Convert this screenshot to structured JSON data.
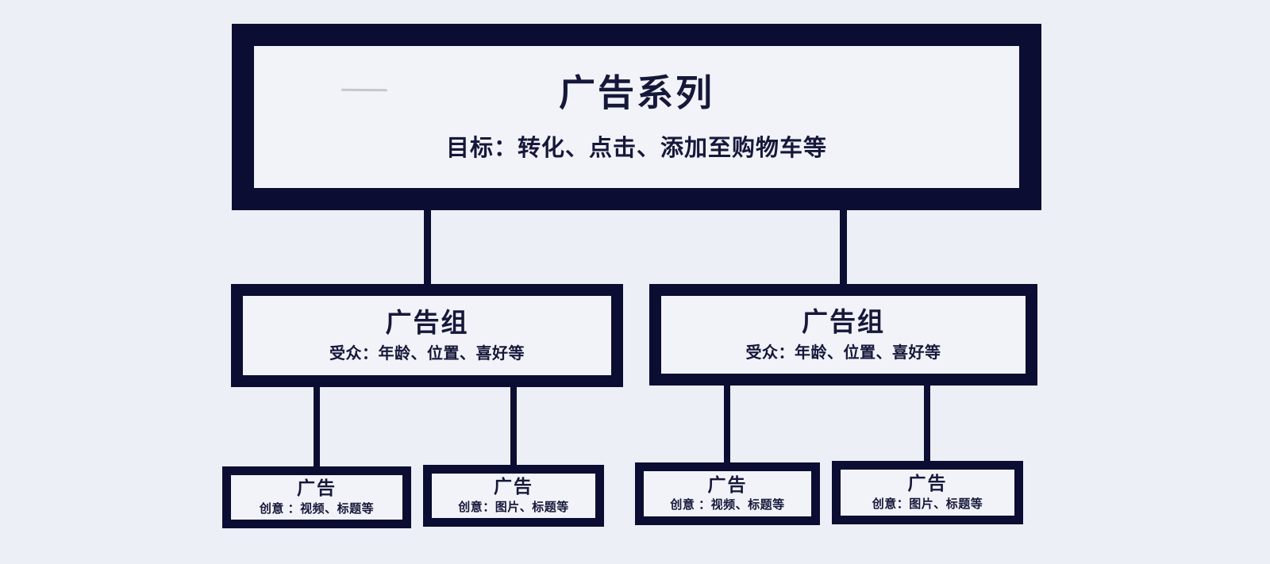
{
  "diagram": {
    "campaign": {
      "title": "广告系列",
      "subtitle": "目标：转化、点击、添加至购物车等"
    },
    "ad_groups": [
      {
        "title": "广告组",
        "subtitle": "受众：年龄、位置、喜好等"
      },
      {
        "title": "广告组",
        "subtitle": "受众：年龄、位置、喜好等"
      }
    ],
    "ads": [
      {
        "title": "广告",
        "subtitle": "创意 ：视频、标题等"
      },
      {
        "title": "广告",
        "subtitle": "创意：图片、标题等"
      },
      {
        "title": "广告",
        "subtitle": "创意 ：视频、标题等"
      },
      {
        "title": "广告",
        "subtitle": "创意：图片、标题等"
      }
    ],
    "colors": {
      "border_navy": "#0b0d32",
      "background": "#edeff6",
      "box_fill": "#f2f3f9",
      "text": "#16183a"
    }
  }
}
